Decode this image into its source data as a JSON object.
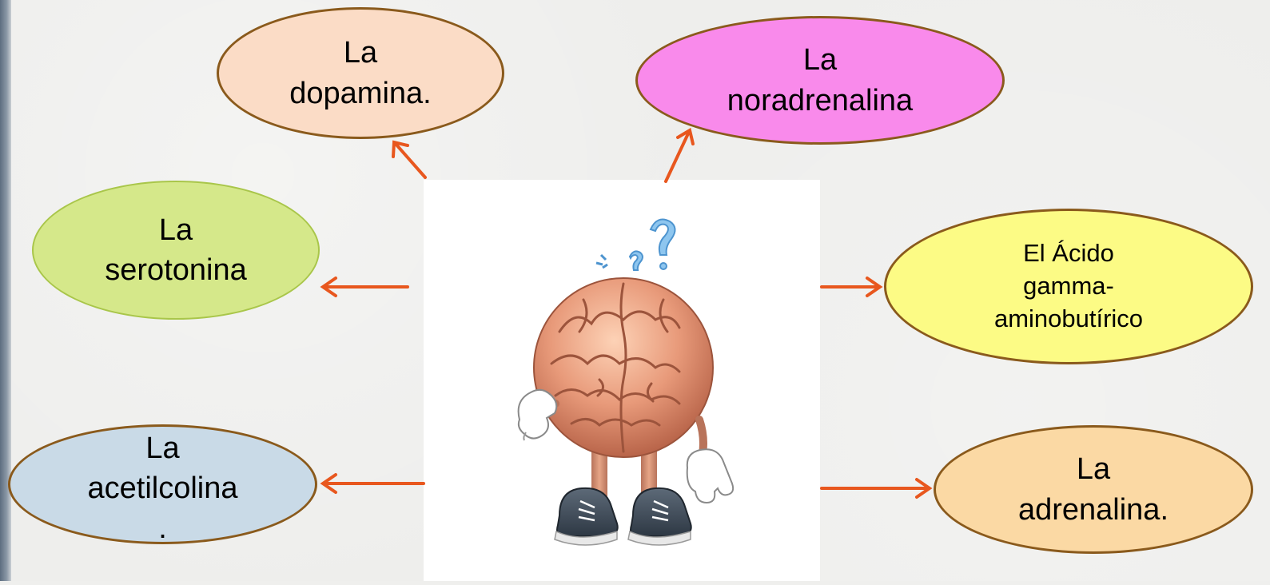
{
  "nodes": {
    "dopamina": "La\ndopamina.",
    "noradrenalina": "La\nnoradrenalina",
    "serotonina": "La\nserotonina",
    "gaba": "El Ácido\ngamma-\naminobutírico",
    "acetilcolina": "La\nacetilcolina\n.",
    "adrenalina": "La\nadrenalina."
  },
  "colors": {
    "arrow": "#e8571e",
    "dopamina_fill": "#fbdcc6",
    "noradrenalina_fill": "#f98aeb",
    "serotonina_fill": "#d5e88a",
    "gaba_fill": "#fcfb85",
    "acetilcolina_fill": "#c9dae7",
    "adrenalina_fill": "#fbd9a4"
  },
  "center_image": "thinking-brain-character-icon"
}
